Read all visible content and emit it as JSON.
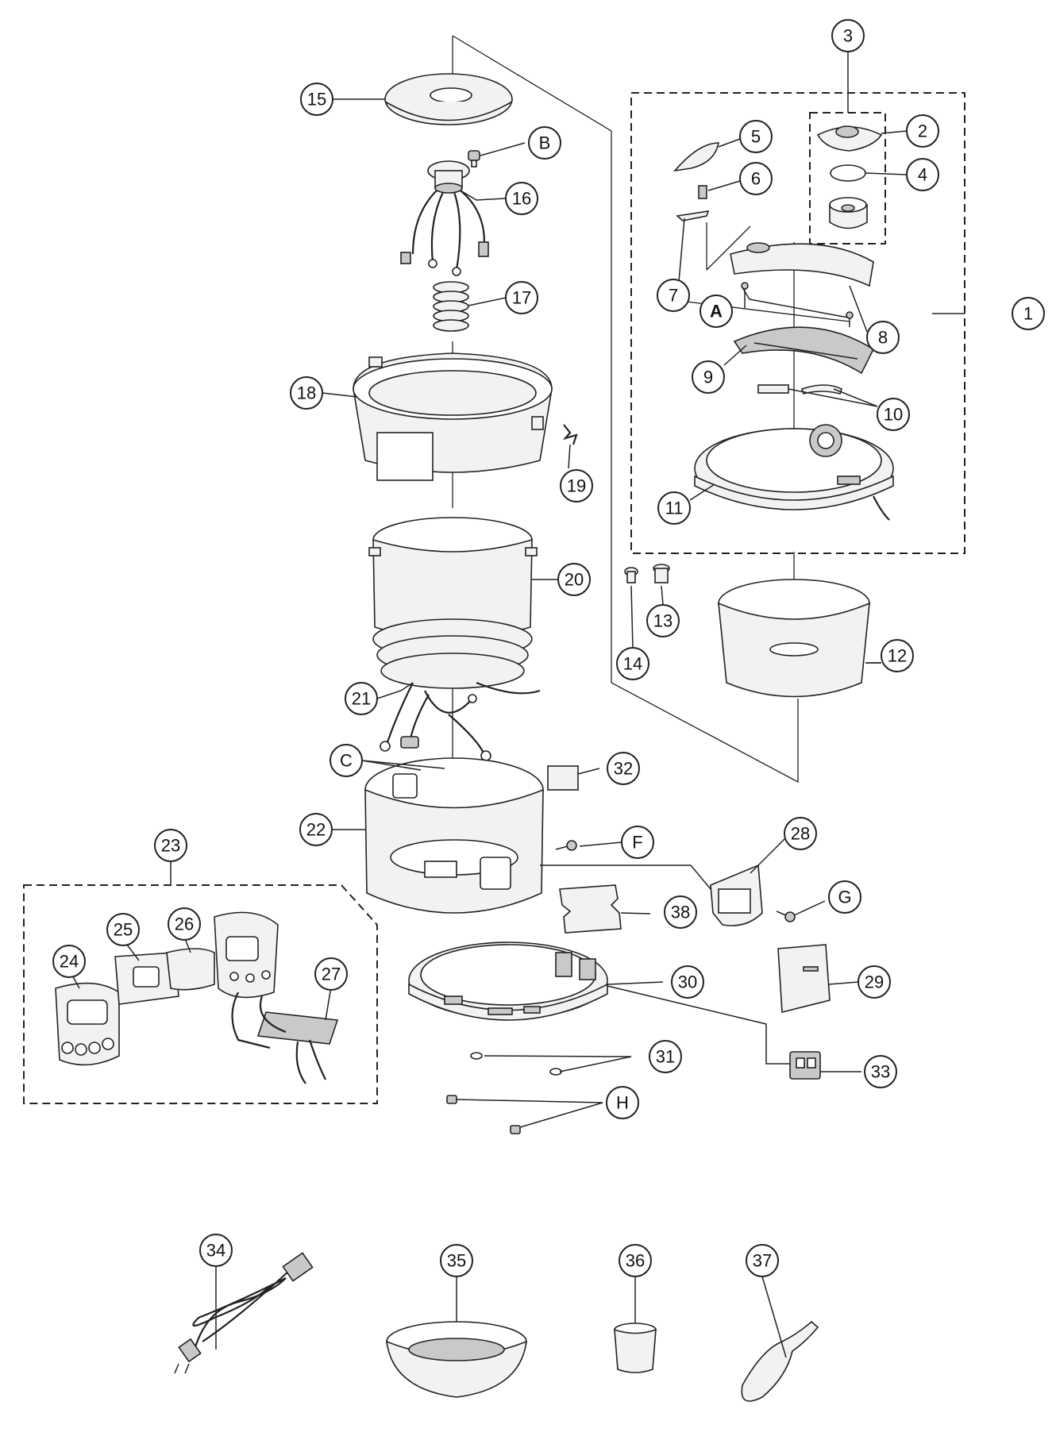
{
  "diagram": {
    "callouts": [
      {
        "id": "c-1",
        "label": "1"
      },
      {
        "id": "c-2",
        "label": "2"
      },
      {
        "id": "c-3",
        "label": "3"
      },
      {
        "id": "c-4",
        "label": "4"
      },
      {
        "id": "c-5",
        "label": "5"
      },
      {
        "id": "c-6",
        "label": "6"
      },
      {
        "id": "c-7",
        "label": "7"
      },
      {
        "id": "c-8",
        "label": "8"
      },
      {
        "id": "c-9",
        "label": "9"
      },
      {
        "id": "c-10",
        "label": "10"
      },
      {
        "id": "c-11",
        "label": "11"
      },
      {
        "id": "c-12",
        "label": "12"
      },
      {
        "id": "c-13",
        "label": "13"
      },
      {
        "id": "c-14",
        "label": "14"
      },
      {
        "id": "c-15",
        "label": "15"
      },
      {
        "id": "c-16",
        "label": "16"
      },
      {
        "id": "c-17",
        "label": "17"
      },
      {
        "id": "c-18",
        "label": "18"
      },
      {
        "id": "c-19",
        "label": "19"
      },
      {
        "id": "c-20",
        "label": "20"
      },
      {
        "id": "c-21",
        "label": "21"
      },
      {
        "id": "c-22",
        "label": "22"
      },
      {
        "id": "c-23",
        "label": "23"
      },
      {
        "id": "c-24",
        "label": "24"
      },
      {
        "id": "c-25",
        "label": "25"
      },
      {
        "id": "c-26",
        "label": "26"
      },
      {
        "id": "c-27",
        "label": "27"
      },
      {
        "id": "c-28",
        "label": "28"
      },
      {
        "id": "c-29",
        "label": "29"
      },
      {
        "id": "c-30",
        "label": "30"
      },
      {
        "id": "c-31",
        "label": "31"
      },
      {
        "id": "c-32",
        "label": "32"
      },
      {
        "id": "c-33",
        "label": "33"
      },
      {
        "id": "c-34",
        "label": "34"
      },
      {
        "id": "c-35",
        "label": "35"
      },
      {
        "id": "c-36",
        "label": "36"
      },
      {
        "id": "c-37",
        "label": "37"
      },
      {
        "id": "c-38",
        "label": "38"
      },
      {
        "id": "c-A",
        "label": "A"
      },
      {
        "id": "c-B",
        "label": "B"
      },
      {
        "id": "c-C",
        "label": "C"
      },
      {
        "id": "c-F",
        "label": "F"
      },
      {
        "id": "c-G",
        "label": "G"
      },
      {
        "id": "c-H",
        "label": "H"
      }
    ]
  }
}
